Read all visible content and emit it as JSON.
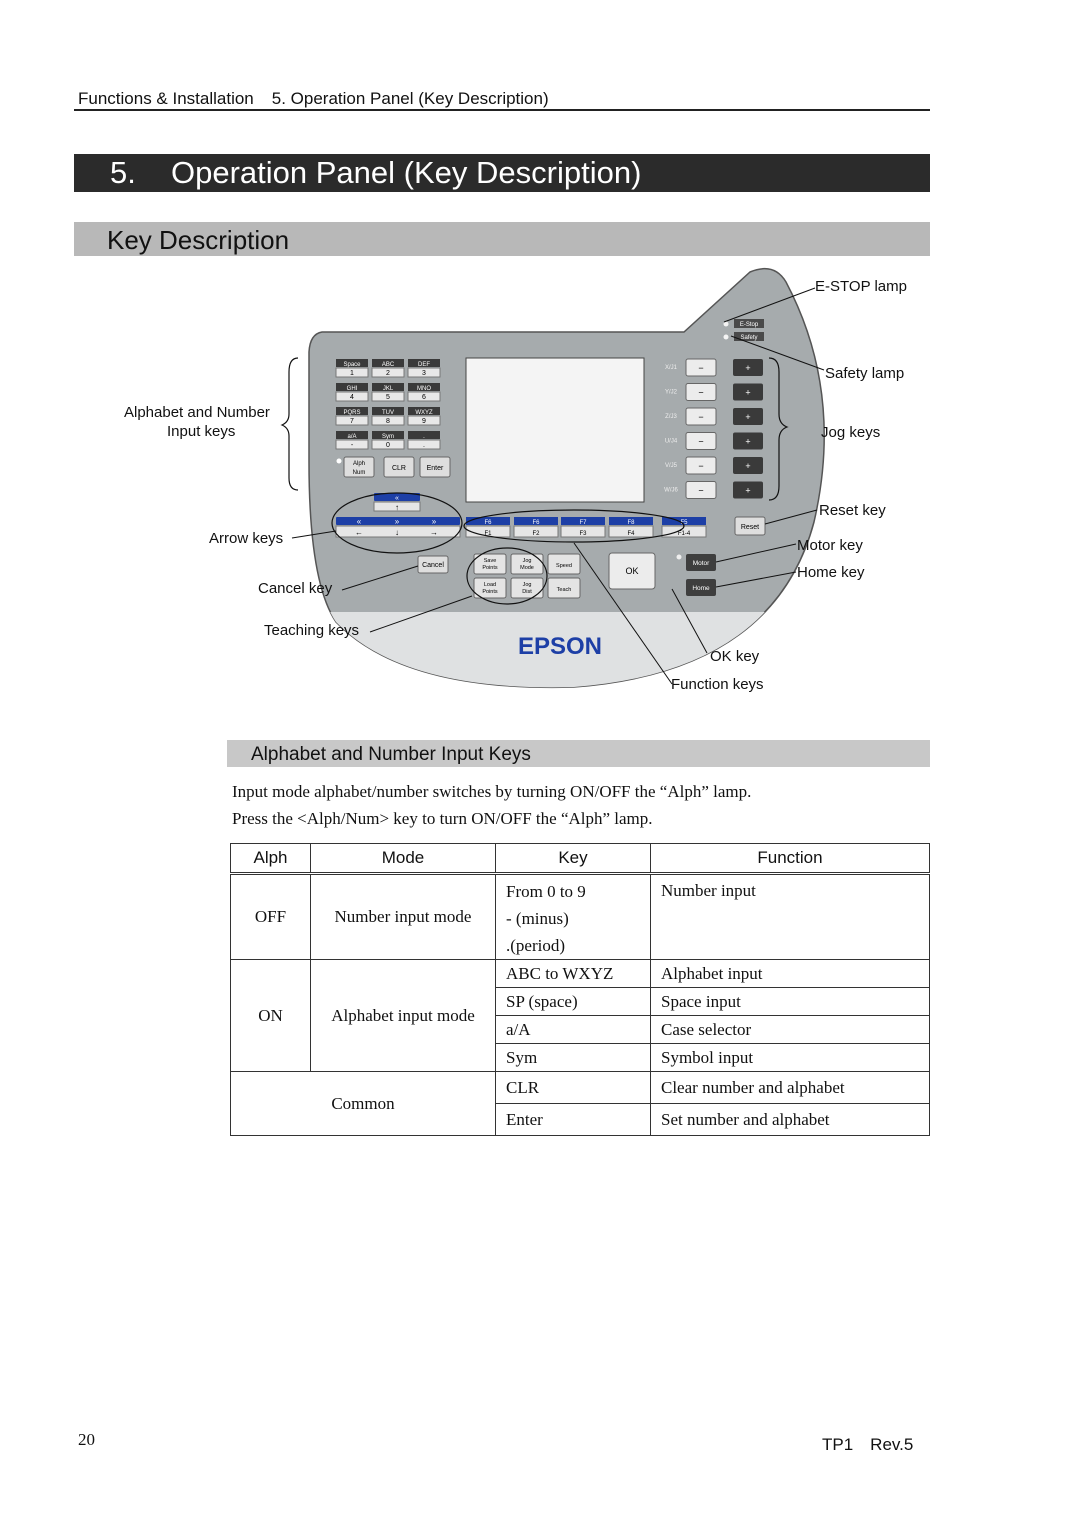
{
  "header": {
    "section": "Functions & Installation",
    "chapter": "5. Operation Panel (Key Description)"
  },
  "chapter_title": {
    "number": "5.",
    "text": "Operation Panel (Key Description)"
  },
  "section_title": "Key Description",
  "figure": {
    "callouts": {
      "estop_lamp": "E-STOP lamp",
      "safety_lamp": "Safety lamp",
      "alpha_number_line1": "Alphabet and Number",
      "alpha_number_line2": "Input keys",
      "jog_keys": "Jog keys",
      "reset_key": "Reset key",
      "arrow_keys": "Arrow keys",
      "motor_key": "Motor key",
      "home_key": "Home key",
      "cancel_key": "Cancel key",
      "teaching_keys": "Teaching keys",
      "ok_key": "OK key",
      "function_keys": "Function keys"
    },
    "panel_labels": {
      "brand": "EPSON",
      "estop": "E-Stop",
      "safety": "Safety",
      "keypad_top": [
        "Space",
        "ABC",
        "DEF",
        "GHI",
        "JKL",
        "MNO",
        "PQRS",
        "TUV",
        "WXYZ",
        "a/A",
        "Sym",
        "."
      ],
      "keypad_bottom": [
        "1",
        "2",
        "3",
        "4",
        "5",
        "6",
        "7",
        "8",
        "9",
        "-",
        "0",
        "."
      ],
      "alph": "Alph",
      "num": "Num",
      "clr": "CLR",
      "enter": "Enter",
      "jog_axes": [
        "X/J1",
        "Y/J2",
        "Z/J3",
        "U/J4",
        "V/J5",
        "W/J6"
      ],
      "func_top": [
        "F6",
        "F6",
        "F7",
        "F8",
        "F5"
      ],
      "func_bottom": [
        "F1",
        "F2",
        "F3",
        "F4",
        "F1-4"
      ],
      "reset": "Reset",
      "cancel": "Cancel",
      "teach_keys": [
        "Save Points",
        "Jog Mode",
        "Speed",
        "Load Points",
        "Jog Dist",
        "Teach"
      ],
      "ok": "OK",
      "motor": "Motor",
      "home": "Home"
    }
  },
  "subsection_title": "Alphabet and Number Input Keys",
  "paragraphs": [
    "Input mode alphabet/number switches by turning ON/OFF the “Alph” lamp.",
    "Press the <Alph/Num> key to turn ON/OFF the “Alph” lamp."
  ],
  "table": {
    "headers": [
      "Alph",
      "Mode",
      "Key",
      "Function"
    ],
    "off": {
      "alph": "OFF",
      "mode": "Number input mode",
      "keys": [
        "From 0 to 9",
        "- (minus)",
        ".(period)"
      ],
      "function": "Number input"
    },
    "on": {
      "alph": "ON",
      "mode": "Alphabet input mode",
      "rows": [
        {
          "key": "ABC to WXYZ",
          "function": "Alphabet input"
        },
        {
          "key": "SP (space)",
          "function": "Space input"
        },
        {
          "key": "a/A",
          "function": "Case selector"
        },
        {
          "key": "Sym",
          "function": "Symbol input"
        }
      ]
    },
    "common": {
      "label": "Common",
      "rows": [
        {
          "key": "CLR",
          "function": "Clear number and alphabet"
        },
        {
          "key": "Enter",
          "function": "Set number and alphabet"
        }
      ]
    }
  },
  "footer": {
    "page": "20",
    "doc": "TP1　Rev.5"
  }
}
